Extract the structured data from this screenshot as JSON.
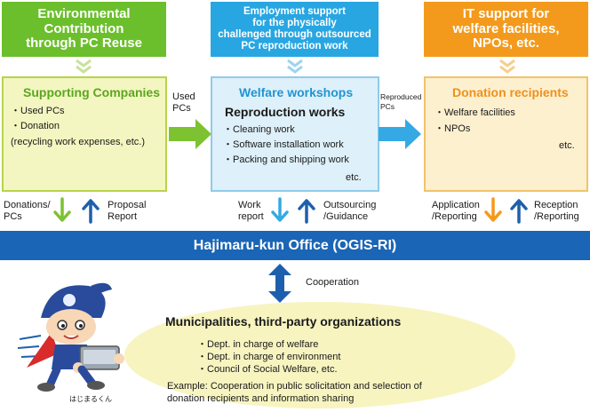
{
  "headers": {
    "left": "Environmental\nContribution\nthrough PC Reuse",
    "center": "Employment support\nfor the physically\nchallenged through outsourced\nPC reproduction work",
    "right": "IT support for\nwelfare facilities,\nNPOs, etc."
  },
  "panels": {
    "left": {
      "title": "Supporting Companies",
      "items": [
        "・Used PCs",
        "・Donation",
        "(recycling work expenses, etc.)"
      ]
    },
    "center": {
      "title": "Welfare workshops",
      "subtitle": "Reproduction works",
      "items": [
        "・Cleaning work",
        "・Software installation work",
        "・Packing and shipping work"
      ],
      "etc": "etc."
    },
    "right": {
      "title": "Donation recipients",
      "items": [
        "・Welfare facilities",
        "・NPOs"
      ],
      "etc": "etc."
    }
  },
  "flow_labels": {
    "used_pcs": "Used\nPCs",
    "reproduced_pcs": "Reproduced\nPCs"
  },
  "vertical_labels": {
    "donations_pcs": "Donations/\nPCs",
    "proposal_report": "Proposal\nReport",
    "work_report": "Work\nreport",
    "outsourcing_guidance": "Outsourcing\n/Guidance",
    "application_reporting": "Application\n/Reporting",
    "reception_reporting": "Reception\n/Reporting"
  },
  "office": "Hajimaru-kun Office (OGIS-RI)",
  "cooperation": "Cooperation",
  "cooperation_box": {
    "title": "Municipalities, third-party organizations",
    "items": [
      "・Dept. in charge of welfare",
      "・Dept. in charge of environment",
      "・Council of Social Welfare, etc."
    ],
    "note": "Example: Cooperation in public solicitation and selection of donation recipients and information sharing"
  },
  "mascot_caption": "はじまるくん",
  "colors": {
    "green": "#6cbf2c",
    "blue": "#28a6e2",
    "orange": "#f39a1c",
    "office_blue": "#1a65b5",
    "arrow_dark_blue": "#1d5fad"
  }
}
